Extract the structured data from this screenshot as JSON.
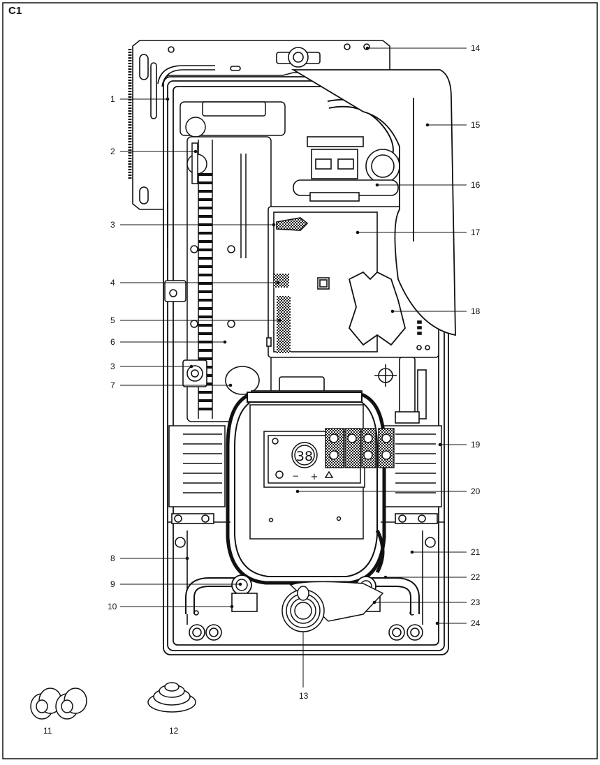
{
  "figure_label": "C1",
  "display_value": "38",
  "display_symbols": {
    "minus": "−",
    "plus": "+"
  },
  "callouts": {
    "c1": "1",
    "c2": "2",
    "c3a": "3",
    "c4": "4",
    "c5": "5",
    "c6": "6",
    "c3b": "3",
    "c7": "7",
    "c8": "8",
    "c9": "9",
    "c10": "10",
    "c11": "11",
    "c12": "12",
    "c13": "13",
    "c14": "14",
    "c15": "15",
    "c16": "16",
    "c17": "17",
    "c18": "18",
    "c19": "19",
    "c20": "20",
    "c21": "21",
    "c22": "22",
    "c23": "23",
    "c24": "24"
  }
}
